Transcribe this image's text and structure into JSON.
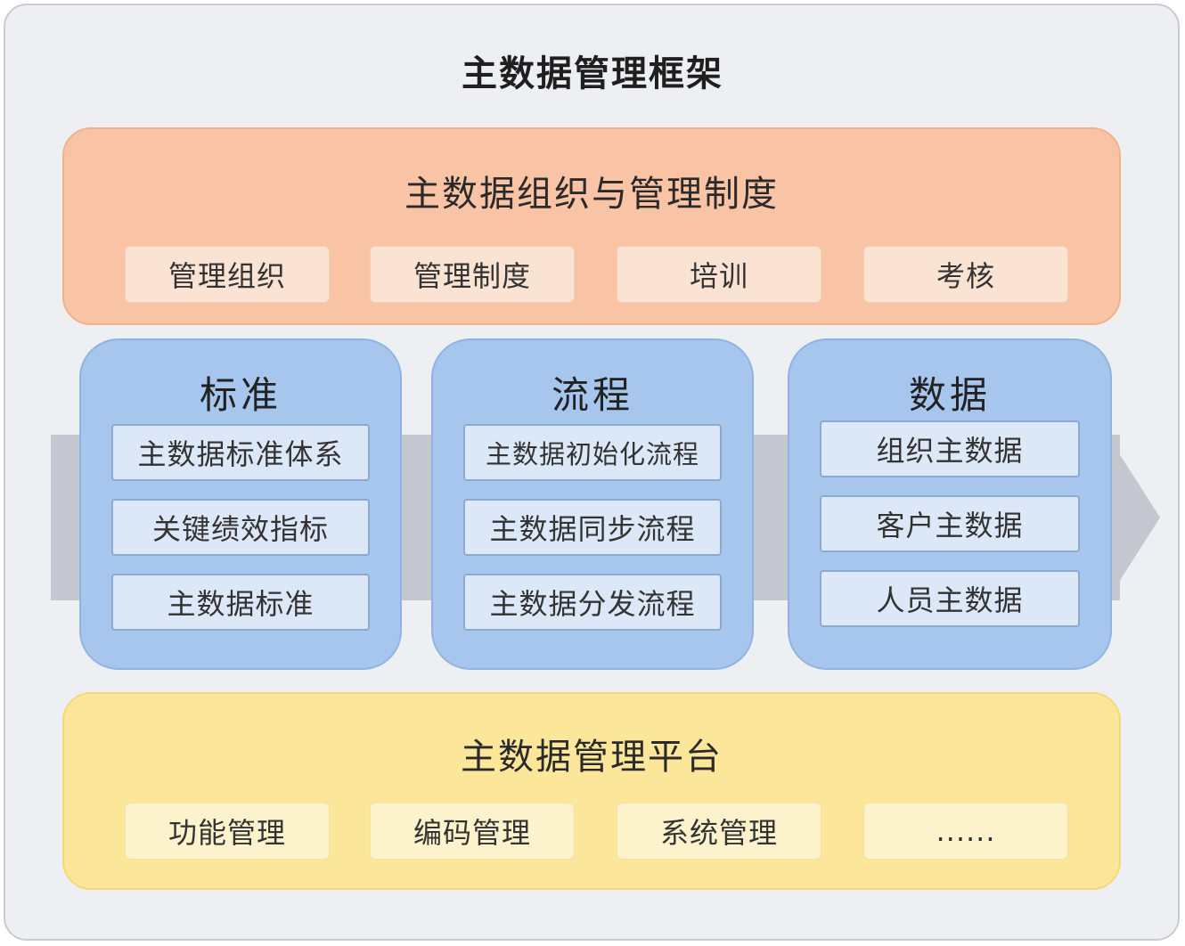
{
  "title": "主数据管理框架",
  "top_band": {
    "title": "主数据组织与管理制度",
    "items": [
      "管理组织",
      "管理制度",
      "培训",
      "考核"
    ]
  },
  "pillars": [
    {
      "title": "标准",
      "items": [
        "主数据标准体系",
        "关键绩效指标",
        "主数据标准"
      ]
    },
    {
      "title": "流程",
      "items": [
        "主数据初始化流程",
        "主数据同步流程",
        "主数据分发流程"
      ]
    },
    {
      "title": "数据",
      "items": [
        "组织主数据",
        "客户主数据",
        "人员主数据"
      ]
    }
  ],
  "bottom_band": {
    "title": "主数据管理平台",
    "items": [
      "功能管理",
      "编码管理",
      "系统管理",
      "......"
    ]
  },
  "colors": {
    "top_band": "#f9c3a5",
    "pillar": "#a6c6ee",
    "bottom_band": "#fbe69a",
    "arrow": "#c4c7cf"
  }
}
